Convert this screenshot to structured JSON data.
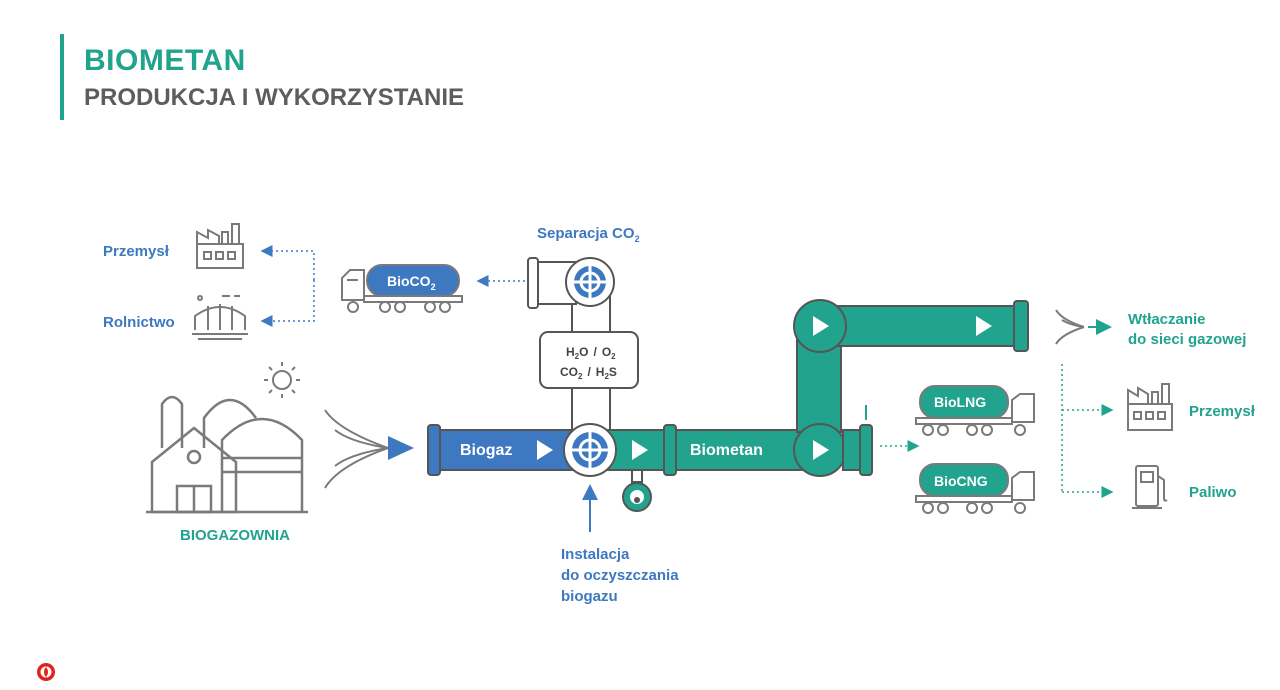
{
  "header": {
    "title": "BIOMETAN",
    "subtitle": "PRODUKCJA I WYKORZYSTANIE"
  },
  "colors": {
    "teal": "#21a38e",
    "blue": "#3d78c0",
    "gray": "#7a7a7a",
    "dark_gray": "#5d5d5d",
    "logo_red": "#e2231a"
  },
  "diagram": {
    "biogazownia": "BIOGAZOWNIA",
    "biogaz": "Biogaz",
    "biometan": "Biometan",
    "separacja": {
      "main": "Separacja CO",
      "sub": "2"
    },
    "bioco2": {
      "main": "BioCO",
      "sub": "2"
    },
    "przemysl_left": "Przemysł",
    "rolnictwo": "Rolnictwo",
    "impurities": {
      "h2o_a": "H",
      "h2o_sub": "2",
      "h2o_b": "O",
      "slash1": "/",
      "o2_a": "O",
      "o2_sub": "2",
      "co2_a": "CO",
      "co2_sub": "2",
      "slash2": "/",
      "h2s_a": "H",
      "h2s_sub": "2",
      "h2s_b": "S"
    },
    "instalacja": [
      "Instalacja",
      "do oczyszczania",
      "biogazu"
    ],
    "biolng": "BioLNG",
    "biocng": "BioCNG",
    "wtlaczanie": [
      "Wtłaczanie",
      "do sieci gazowej"
    ],
    "przemysl_right": "Przemysł",
    "paliwo": "Paliwo"
  },
  "icons": [
    "factory-icon",
    "greenhouse-icon",
    "sun-icon",
    "biogas-plant-icon",
    "tanker-truck-icon",
    "valve-icon",
    "gauge-icon",
    "fuel-pump-icon",
    "funnel-arrow-icon",
    "brand-logo-icon"
  ]
}
